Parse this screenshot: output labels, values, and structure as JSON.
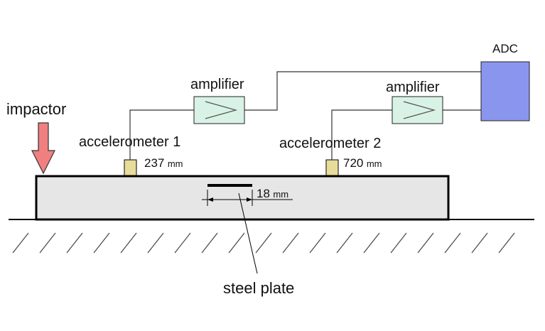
{
  "labels": {
    "impactor": "impactor",
    "amplifier_1": "amplifier",
    "amplifier_2": "amplifier",
    "adc": "ADC",
    "accelerometer_1": "accelerometer 1",
    "accelerometer_2": "accelerometer 2",
    "steel_plate": "steel plate"
  },
  "dimensions": {
    "acc1_value": "237",
    "acc1_unit": "mm",
    "acc2_value": "720",
    "acc2_unit": "mm",
    "plate_value": "18",
    "plate_unit": "mm"
  },
  "colors": {
    "impactor_fill": "#f08080",
    "amplifier_fill": "#d9f2e6",
    "adc_fill": "#8a96ee",
    "sensor_fill": "#e8dc9a",
    "beam_fill": "#e6e6e6"
  }
}
